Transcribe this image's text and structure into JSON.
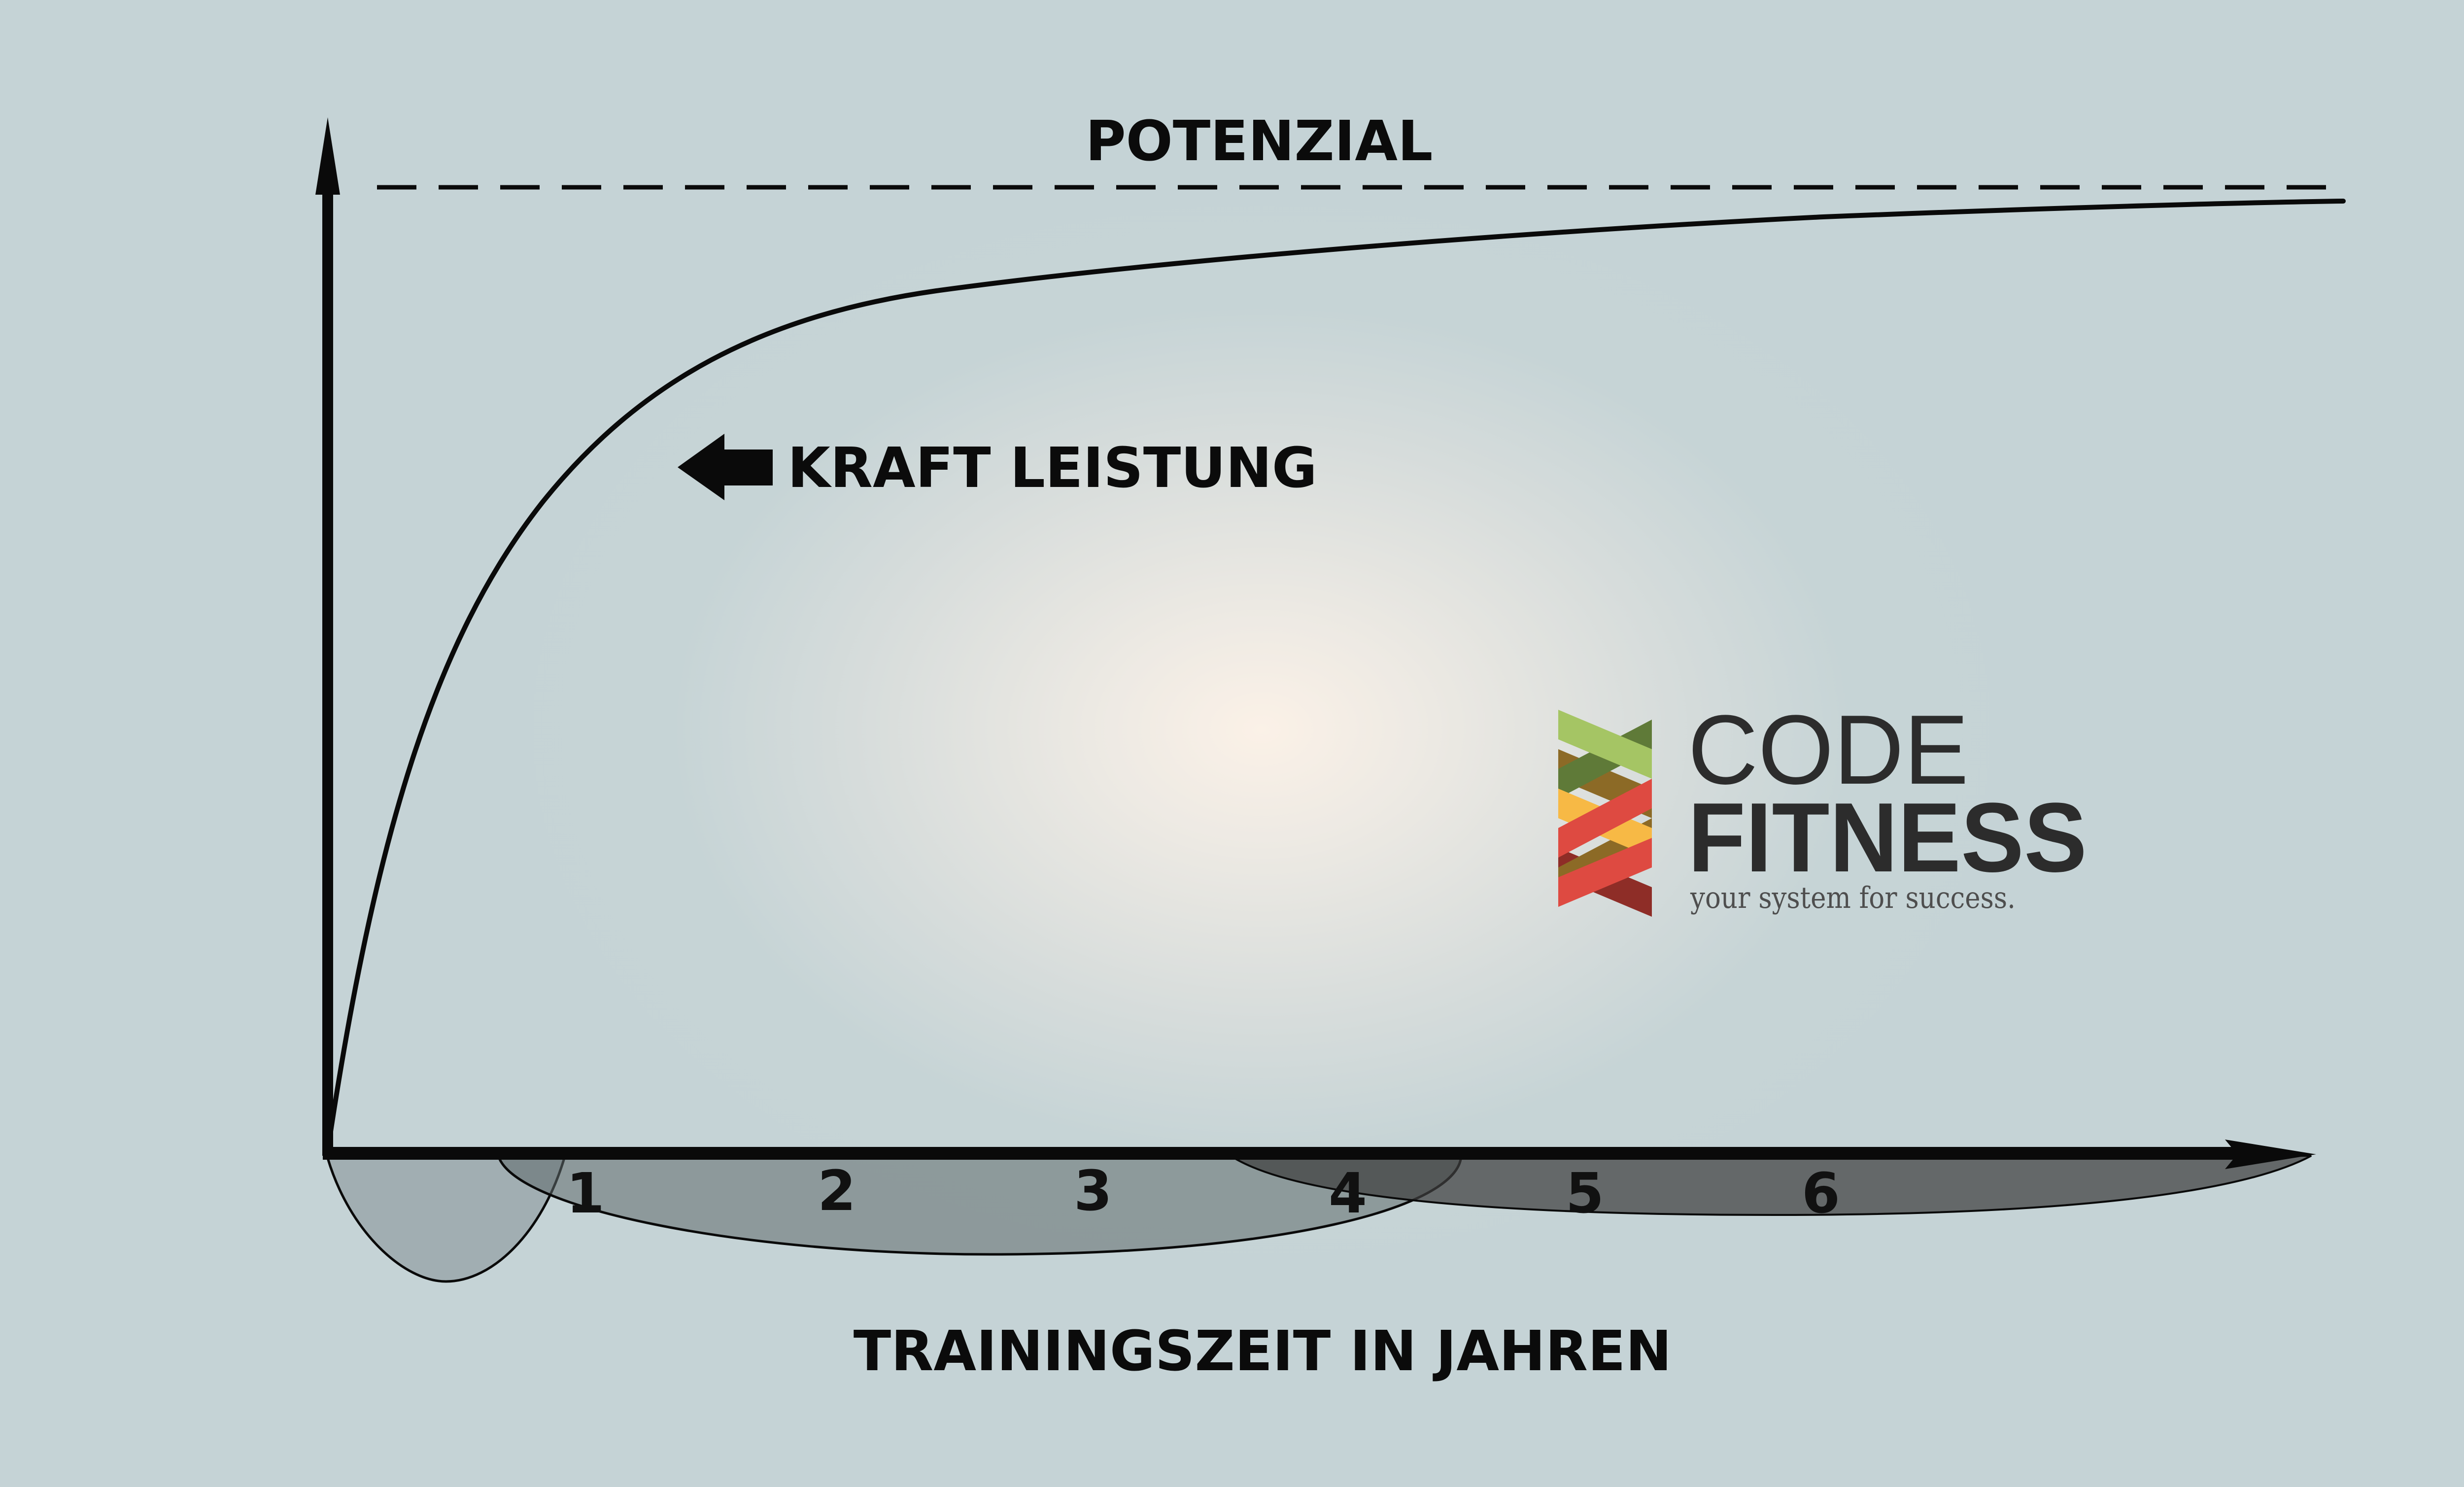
{
  "labels": {
    "potential": "POTENZIAL",
    "performance": "KRAFT LEISTUNG",
    "x_axis": "TRAININGSZEIT IN JAHREN"
  },
  "x_ticks": [
    "1",
    "2",
    "3",
    "4",
    "5",
    "6"
  ],
  "logo": {
    "line1": "CODE",
    "line2": "FITNESS",
    "tagline": "your system for success.",
    "colors": {
      "green_light": "#a5c564",
      "green_dark": "#5f7a38",
      "yellow": "#f7b945",
      "brown": "#8c6a26",
      "red": "#de4a41",
      "red_dark": "#8e2d27"
    }
  },
  "colors": {
    "curve": "#0a0a0a",
    "phase_light": "#9aa7ab",
    "phase_mid": "#6f7a7c",
    "phase_dark": "#4a4a4a"
  }
}
